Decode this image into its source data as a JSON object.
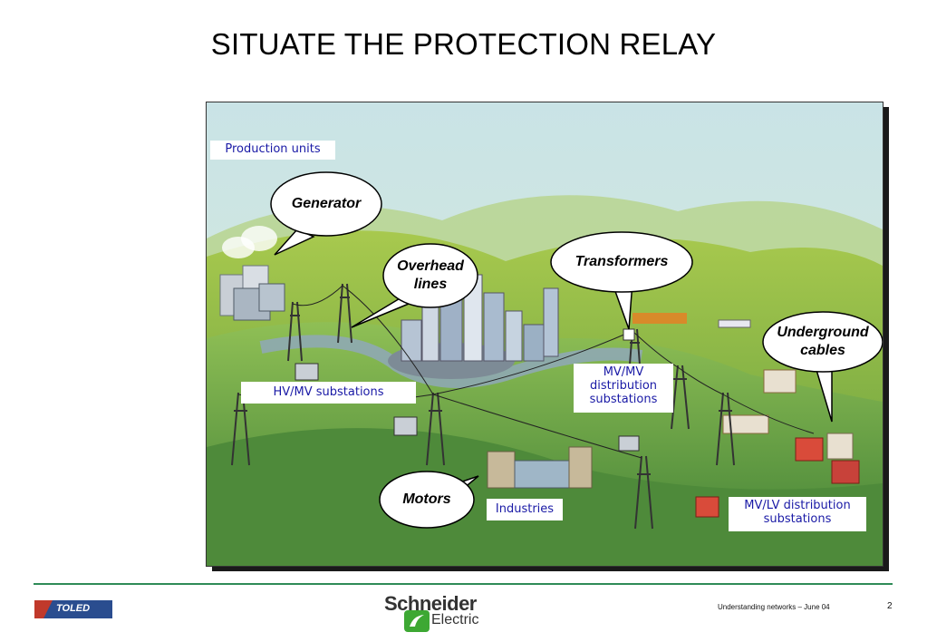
{
  "slide": {
    "title": "SITUATE THE PROTECTION RELAY",
    "footer_text": "Understanding networks – June 04",
    "page_number": "2"
  },
  "labels": {
    "production_units": "Production units",
    "hv_mv_substations": "HV/MV substations",
    "mv_mv_line1": "MV/MV",
    "mv_mv_line2": "distribution",
    "mv_mv_line3": "substations",
    "industries": "Industries",
    "mv_lv_line1": "MV/LV distribution",
    "mv_lv_line2": "substations"
  },
  "bubbles": {
    "generator": "Generator",
    "overhead_line1": "Overhead",
    "overhead_line2": "lines",
    "transformers": "Transformers",
    "underground_line1": "Underground",
    "underground_line2": "cables",
    "motors": "Motors"
  },
  "branding": {
    "company_line1": "Schneider",
    "company_line2": "Electric",
    "toled_logo": "TOLED"
  },
  "colors": {
    "label_text": "#1a1aa6",
    "divider": "#2e8b57"
  }
}
